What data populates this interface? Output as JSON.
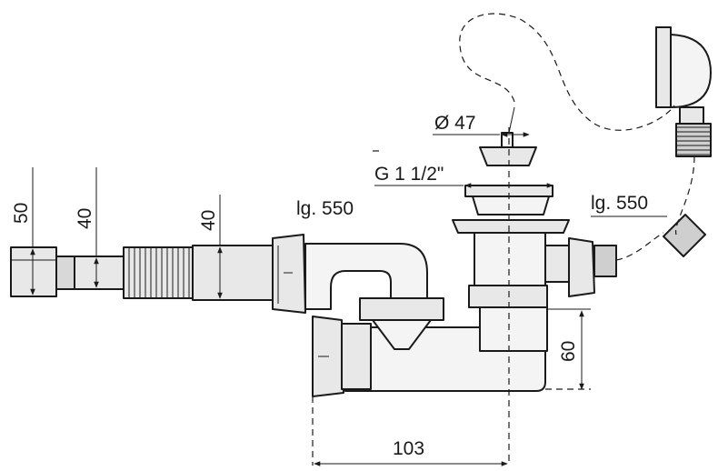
{
  "labels": {
    "dim_50": "50",
    "dim_40_pipe": "40",
    "dim_40_hose": "40",
    "length_left": "lg. 550",
    "length_right": "lg. 550",
    "diameter": "Ø 47",
    "thread": "G 1 1/2\"",
    "height_60": "60",
    "width_103": "103"
  },
  "colors": {
    "stroke": "#1a1a1a",
    "fill_light": "#e8e8e8",
    "fill_mid": "#cfcfcf",
    "background": "#ffffff"
  },
  "icons": [
    "bath-overflow-cap-icon",
    "drain-plug-icon"
  ]
}
